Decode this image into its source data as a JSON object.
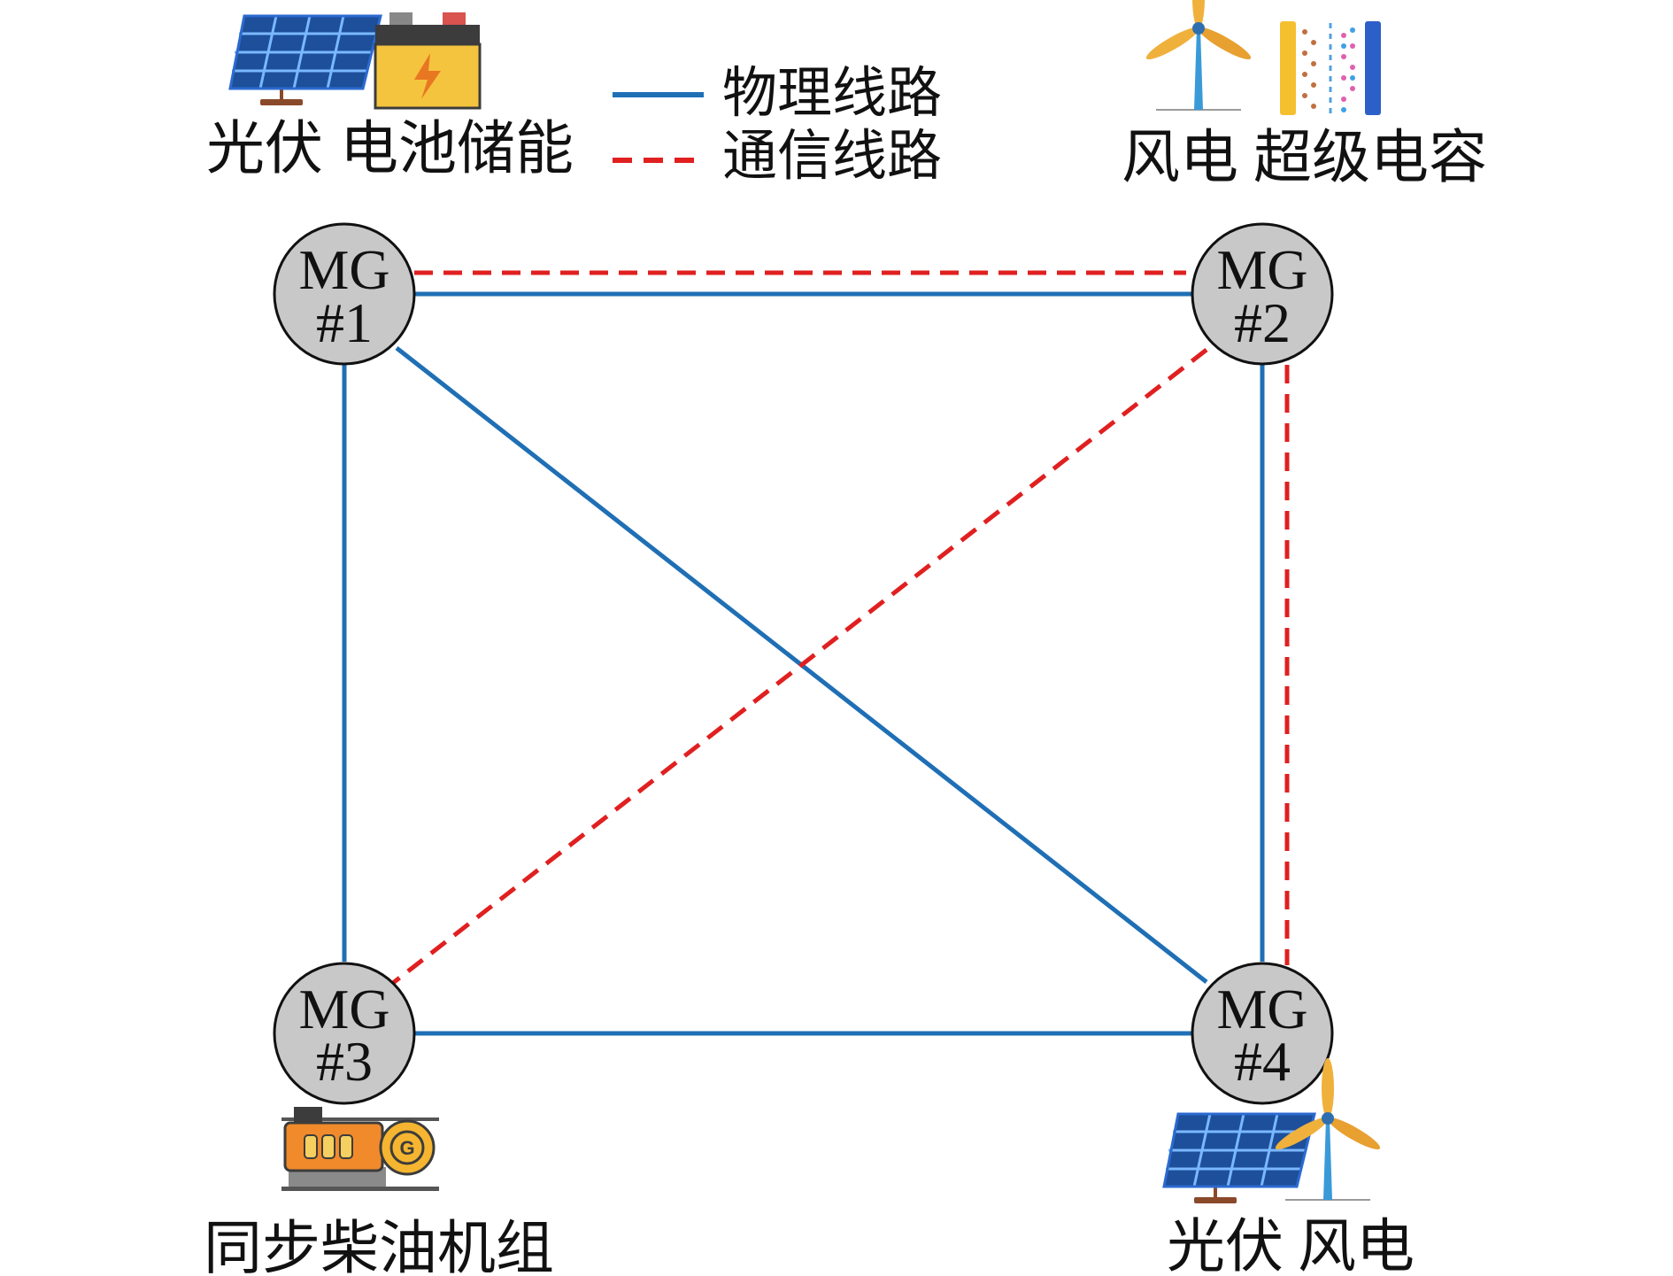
{
  "legend": {
    "physical_label": "物理线路",
    "comm_label": "通信线路"
  },
  "groups": {
    "mg1": {
      "first": "光伏",
      "second": "电池储能"
    },
    "mg2": {
      "first": "风电",
      "second": "超级电容"
    },
    "mg3": {
      "first": "同步柴油机组"
    },
    "mg4": {
      "first": "光伏",
      "second": "风电"
    }
  },
  "nodes": [
    {
      "id": "mg1",
      "line1": "MG",
      "line2": "#1"
    },
    {
      "id": "mg2",
      "line1": "MG",
      "line2": "#2"
    },
    {
      "id": "mg3",
      "line1": "MG",
      "line2": "#3"
    },
    {
      "id": "mg4",
      "line1": "MG",
      "line2": "#4"
    }
  ],
  "icons": [
    "solar-panel-icon",
    "battery-icon",
    "wind-turbine-icon",
    "supercapacitor-icon",
    "diesel-generator-icon"
  ],
  "colors": {
    "physical_line": "#1f6fb5",
    "comm_line": "#e02020",
    "node_fill": "#c8c8c8",
    "node_stroke": "#111111"
  }
}
